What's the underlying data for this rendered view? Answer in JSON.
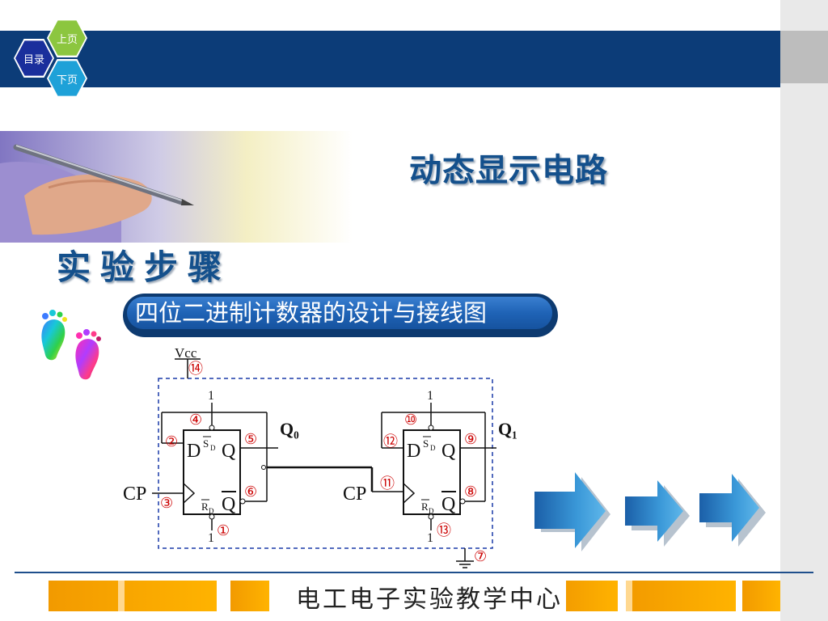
{
  "nav": {
    "toc_label": "目录",
    "prev_label": "上页",
    "next_label": "下页"
  },
  "slide": {
    "main_title": "动态显示电路",
    "section_title": "实验步骤",
    "caption": "四位二进制计数器的设计与接线图",
    "footer": "电工电子实验教学中心"
  },
  "circuit": {
    "vcc_label": "Vcc",
    "vcc_pin": "⑭",
    "gnd_pin": "⑦",
    "ff0": {
      "output": "Q₀",
      "d_pin": "②",
      "clk_pin": "③",
      "sd_pin": "④",
      "q_pin": "⑤",
      "qbar_pin": "⑥",
      "rd_pin": "①",
      "clk_label": "CP",
      "sd_value": "1",
      "rd_value": "1"
    },
    "ff1": {
      "output": "Q₁",
      "d_pin": "⑫",
      "clk_pin": "⑪",
      "sd_pin": "⑩",
      "q_pin": "⑨",
      "qbar_pin": "⑧",
      "rd_pin": "⑬",
      "clk_label": "CP",
      "sd_value": "1",
      "rd_value": "1"
    }
  },
  "colors": {
    "header_bar": "#0c3c78",
    "title_text": "#14508c",
    "caption_fill": "#1f63b6",
    "footer_bar": "#f29a00",
    "pin_marker": "#cc0000"
  }
}
